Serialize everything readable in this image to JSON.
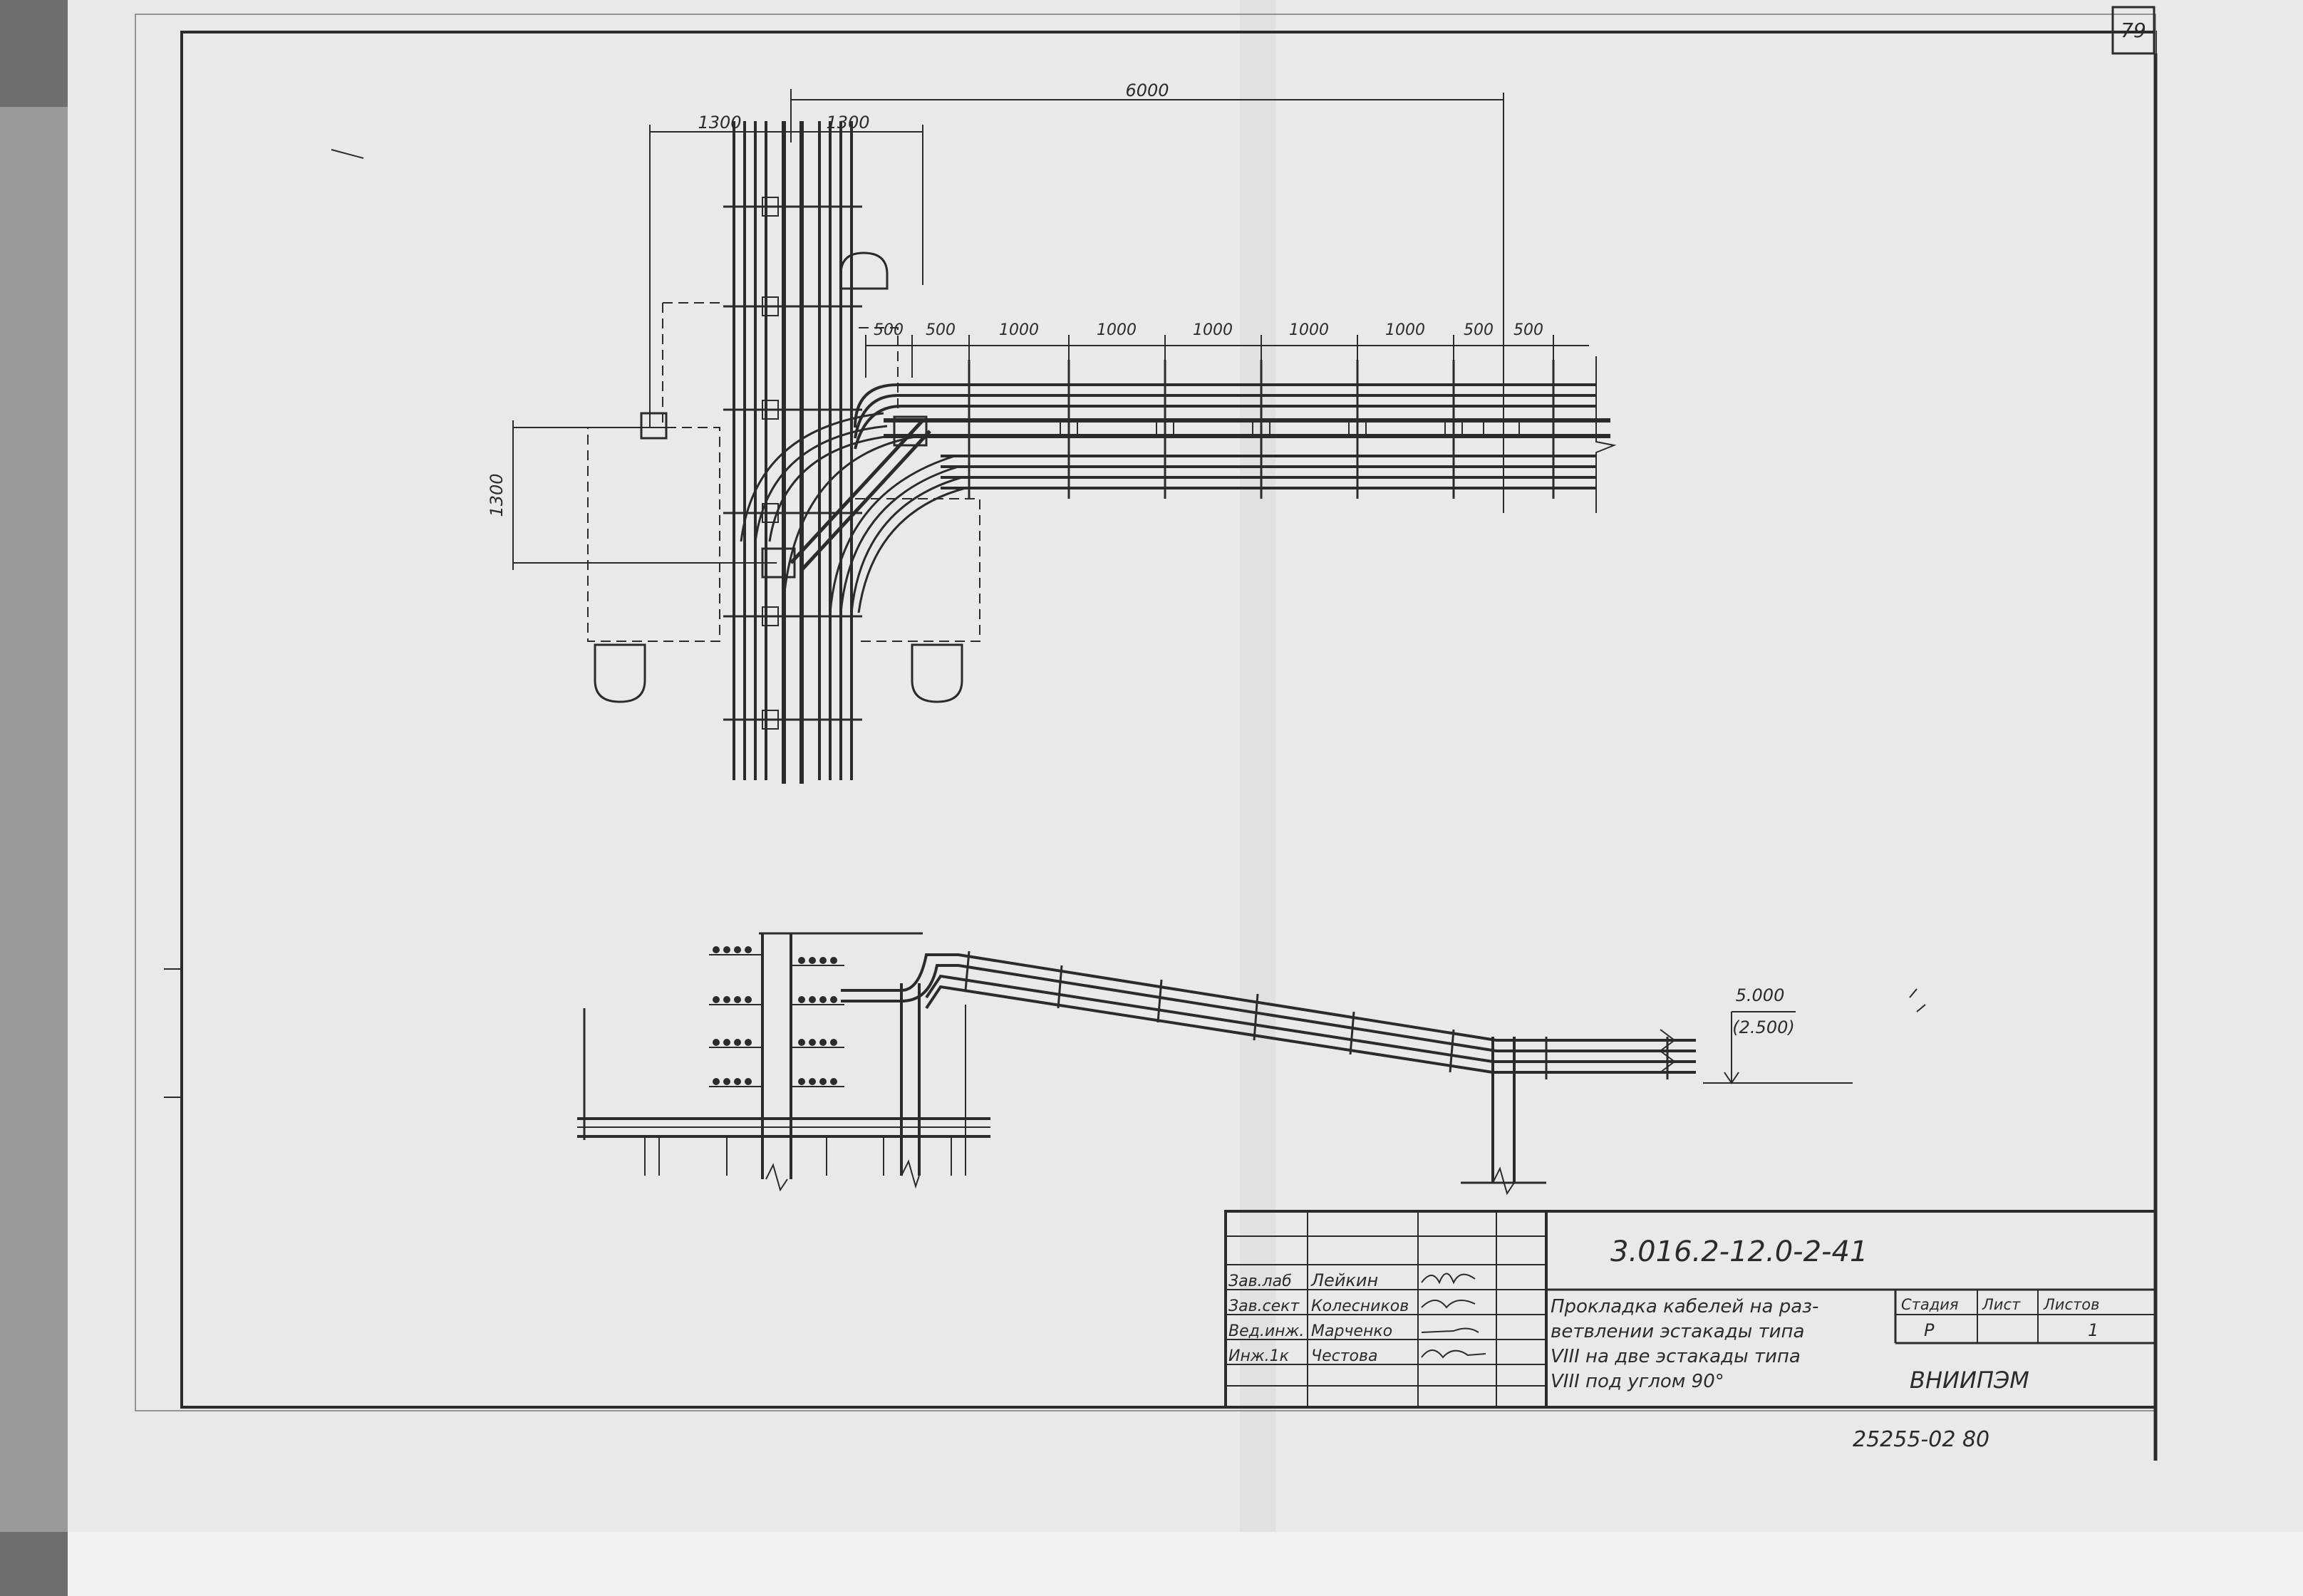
{
  "sheet_number": "79",
  "plan": {
    "dims_top": [
      "1300",
      "1300",
      "6000"
    ],
    "dims_span": [
      "500",
      "500",
      "1000",
      "1000",
      "1000",
      "1000",
      "1000",
      "500",
      "500"
    ],
    "dim_side": "1300"
  },
  "section": {
    "elevation": "5.000",
    "elevation_alt": "(2.500)"
  },
  "title_block": {
    "doc_code": "3.016.2-12.0-2-41",
    "roles": [
      "Зав.лаб",
      "Зав.сект",
      "Вед.инж.",
      "Инж.1к"
    ],
    "names": [
      "Лейкин",
      "Колесников",
      "Марченко",
      "Честова"
    ],
    "title_lines": [
      "Прокладка кабелей на раз-",
      "ветвлении эстакады типа",
      "VIII на две эстакады типа",
      "VIII под углом 90°"
    ],
    "col_stage": "Стадия",
    "col_sheet": "Лист",
    "col_sheets": "Листов",
    "stage": "Р",
    "sheets": "1",
    "org": "ВНИИПЭМ",
    "archive_no": "25255-02 80"
  },
  "colors": {
    "paper": "#ebebeb",
    "ink": "#2b2b2b"
  }
}
